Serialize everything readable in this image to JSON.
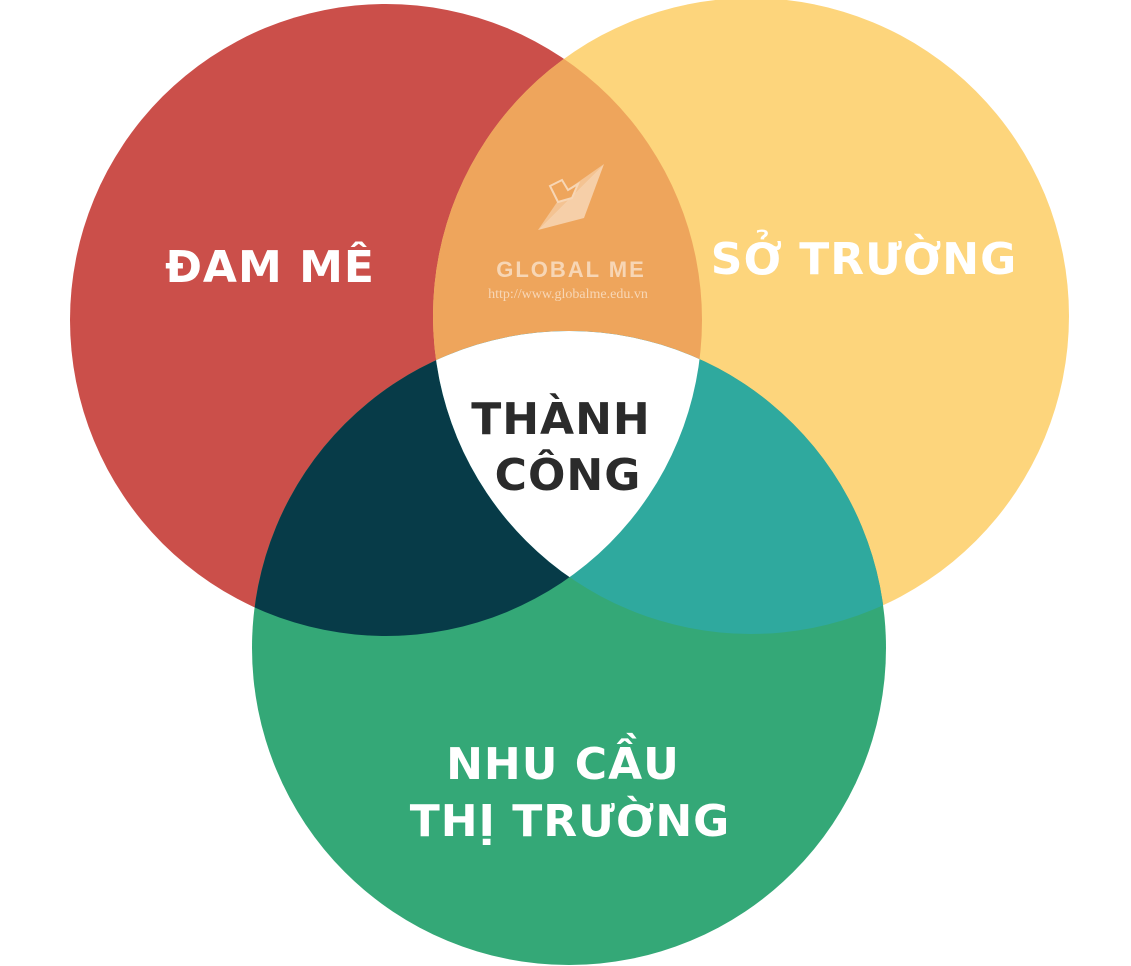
{
  "circles": {
    "passion": {
      "label": "ĐAM MÊ",
      "color": "#CB4F4A"
    },
    "talent": {
      "label": "SỞ TRƯỜNG",
      "color": "#FDD57C"
    },
    "market_need": {
      "label_line1": "NHU CẦU",
      "label_line2": "THỊ TRƯỜNG",
      "color": "#34A877"
    }
  },
  "intersections": {
    "passion_talent": {
      "color": "#EEA55C"
    },
    "passion_market": {
      "color": "#073B48"
    },
    "talent_market": {
      "color": "#2FA99E"
    },
    "center": {
      "label_line1": "THÀNH",
      "label_line2": "CÔNG",
      "color": "#FFFFFF"
    }
  },
  "watermark": {
    "brand": "GLOBAL ME",
    "url": "http://www.globalme.edu.vn",
    "icon": "paper-plane-logo"
  }
}
